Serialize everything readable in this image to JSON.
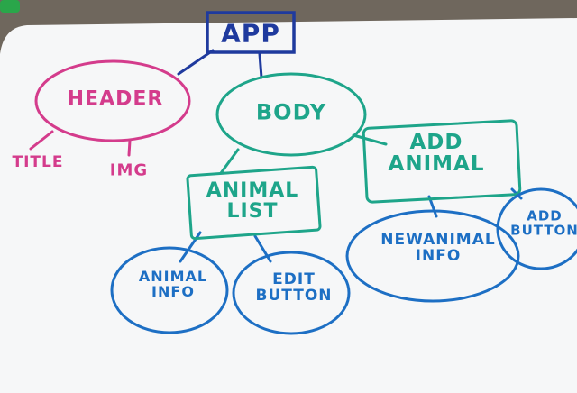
{
  "diagram": {
    "nodes": {
      "app": "APP",
      "header": "HEADER",
      "title": "TITLE",
      "img": "IMG",
      "body": "BODY",
      "add_animal": "ADD\nANIMAL",
      "animal_list": "ANIMAL\nLIST",
      "animal_info": "ANIMAL\nINFO",
      "edit_button": "EDIT\nBUTTON",
      "new_animal_info": "NEWANIMAL\nINFO",
      "add_button": "ADD\nBUTTON"
    },
    "edges": [
      [
        "app",
        "header"
      ],
      [
        "app",
        "body"
      ],
      [
        "header",
        "title"
      ],
      [
        "header",
        "img"
      ],
      [
        "body",
        "animal_list"
      ],
      [
        "body",
        "add_animal"
      ],
      [
        "animal_list",
        "animal_info"
      ],
      [
        "animal_list",
        "edit_button"
      ],
      [
        "add_animal",
        "new_animal_info"
      ],
      [
        "add_animal",
        "add_button"
      ]
    ],
    "colors": {
      "app": "#1f3a9e",
      "header": "#d43c8c",
      "body": "#1ea58a",
      "leaf": "#1d6fc4",
      "board": "#f6f7f8",
      "surround": "#6f675d"
    }
  }
}
